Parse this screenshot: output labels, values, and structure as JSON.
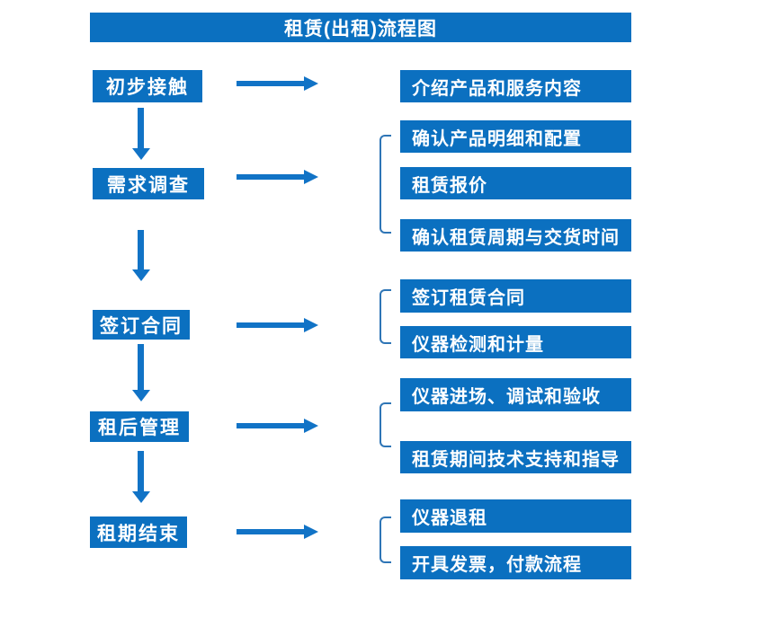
{
  "title": "租赁(出租)流程图",
  "colors": {
    "box": "#0b70c0",
    "arrow": "#1173c6",
    "bracket": "#2e75b6",
    "text": "#ffffff"
  },
  "left_steps": [
    {
      "label": "初步接触"
    },
    {
      "label": "需求调查"
    },
    {
      "label": "签订合同"
    },
    {
      "label": "租后管理"
    },
    {
      "label": "租期结束"
    }
  ],
  "right_items": [
    {
      "label": "介绍产品和服务内容"
    },
    {
      "label": "确认产品明细和配置"
    },
    {
      "label": "租赁报价"
    },
    {
      "label": "确认租赁周期与交货时间"
    },
    {
      "label": "签订租赁合同"
    },
    {
      "label": "仪器检测和计量"
    },
    {
      "label": "仪器进场、调试和验收"
    },
    {
      "label": "租赁期间技术支持和指导"
    },
    {
      "label": "仪器退租"
    },
    {
      "label": "开具发票，付款流程"
    }
  ]
}
